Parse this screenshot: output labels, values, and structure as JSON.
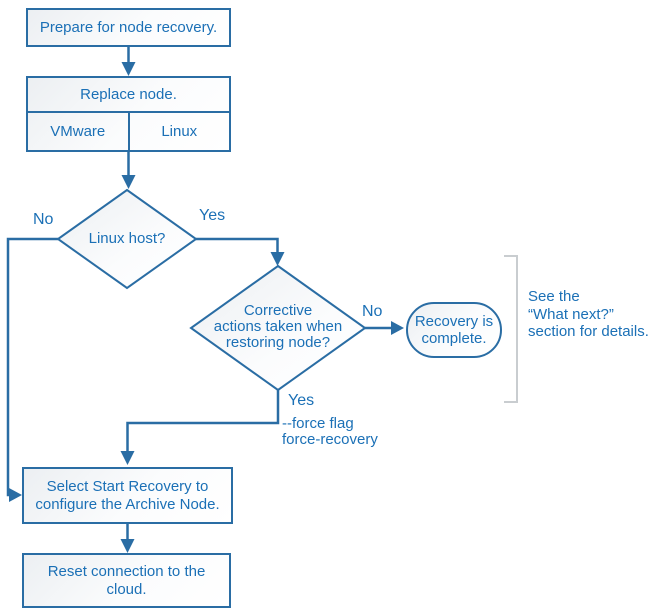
{
  "diagram_type": "flowchart",
  "colors": {
    "accent_blue": "#2a6da4",
    "text_blue": "#1b70b6",
    "bracket_gray": "#c9cdd0"
  },
  "nodes": {
    "prepare": {
      "label": "Prepare for node recovery."
    },
    "replace": {
      "label": "Replace node.",
      "options": [
        {
          "label": "VMware"
        },
        {
          "label": "Linux"
        }
      ]
    },
    "linux_host": {
      "label": "Linux host?",
      "no_label": "No",
      "yes_label": "Yes"
    },
    "corrective": {
      "lines": [
        "Corrective",
        "actions taken when",
        "restoring node?"
      ],
      "no_label": "No",
      "yes_label": "Yes",
      "yes_note_lines": [
        "--force flag",
        "force-recovery"
      ]
    },
    "recovery_complete": {
      "lines": [
        "Recovery is",
        "complete."
      ]
    },
    "start_recovery": {
      "lines": [
        "Select Start Recovery to",
        "configure the Archive Node."
      ]
    },
    "reset_connection": {
      "lines": [
        "Reset connection to the",
        "cloud."
      ]
    }
  },
  "side_note": {
    "lines": [
      "See the",
      "“What next?”",
      "section for details."
    ]
  }
}
